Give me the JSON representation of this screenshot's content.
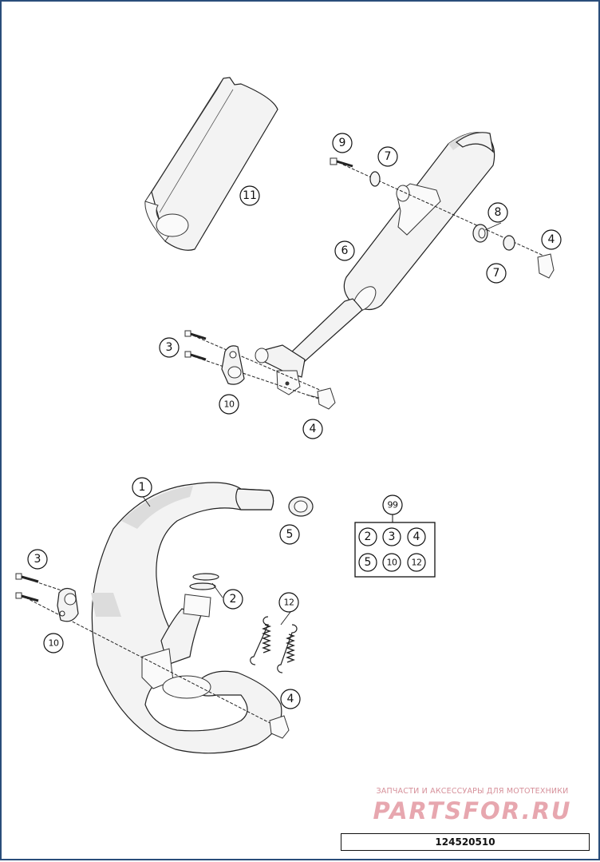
{
  "callouts": {
    "c1": "1",
    "c2": "2",
    "c3a": "3",
    "c3b": "3",
    "c4a": "4",
    "c4b": "4",
    "c4c": "4",
    "c5": "5",
    "c6": "6",
    "c7a": "7",
    "c7b": "7",
    "c8": "8",
    "c9": "9",
    "c10a": "10",
    "c10b": "10",
    "c11": "11",
    "c12": "12",
    "c99": "99"
  },
  "kit": {
    "label": "99",
    "items": [
      "2",
      "3",
      "4",
      "5",
      "10",
      "12"
    ]
  },
  "watermark": {
    "tagline": "ЗАПЧАСТИ И АКСЕССУАРЫ ДЛЯ МОТОТЕХНИКИ",
    "logo": "PARTSFOR.RU"
  },
  "diagram_code": "124520510",
  "colors": {
    "frame": "#2a4d7a",
    "watermark": "#e7a7af",
    "line": "#222222"
  }
}
